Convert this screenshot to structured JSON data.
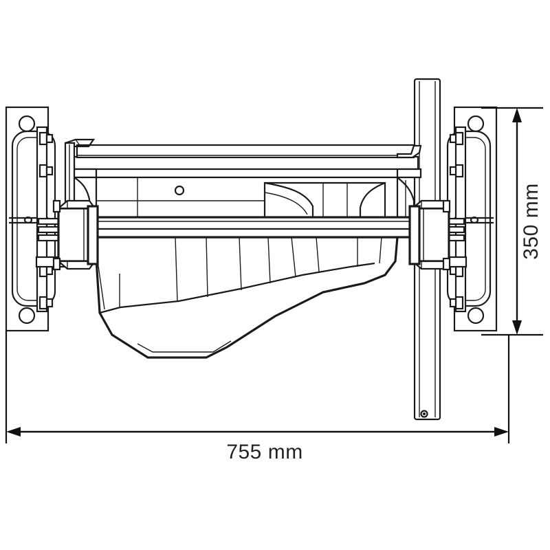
{
  "drawing": {
    "title": "Axle housing assembly side view",
    "background_color": "#ffffff",
    "line_color": "#1a1a1a",
    "dimension_text_color": "#222222"
  },
  "dimensions": {
    "width": {
      "label": "755 mm",
      "value": 755,
      "unit": "mm",
      "orientation": "horizontal",
      "position": "bottom"
    },
    "height": {
      "label": "350 mm",
      "value": 350,
      "unit": "mm",
      "orientation": "vertical-rotated",
      "position": "right"
    }
  },
  "components": {
    "left_bracket": {
      "name": "left-mounting-plate",
      "holes": 2
    },
    "right_bracket": {
      "name": "right-mounting-plate",
      "holes": 2
    },
    "center_housing": {
      "name": "axle-housing-body"
    },
    "cross_bar": {
      "name": "horizontal-cross-bar"
    },
    "vertical_post": {
      "name": "vertical-support-post",
      "holes": 1
    }
  }
}
